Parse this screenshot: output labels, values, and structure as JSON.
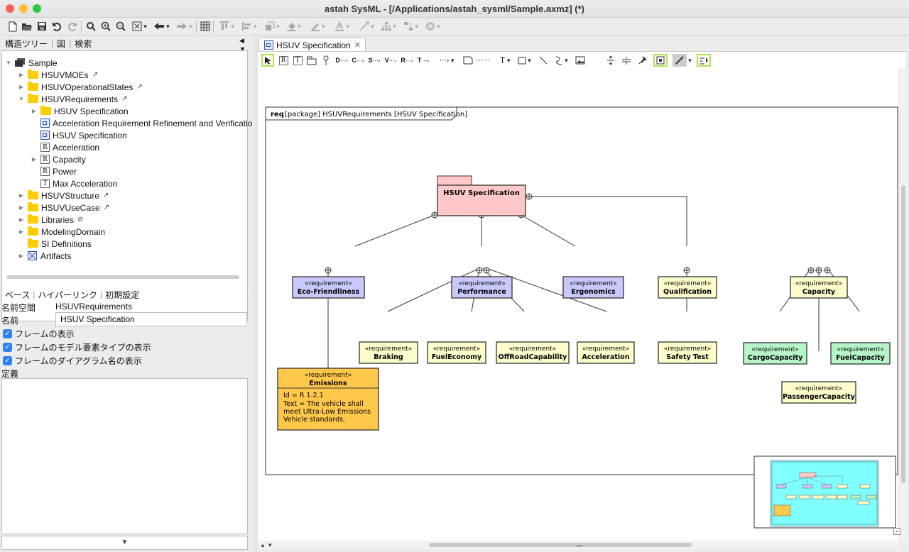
{
  "window": {
    "title": "astah SysML - [/Applications/astah_sysml/Sample.axmz] (*)"
  },
  "tree_panel": {
    "tabs": [
      "構造ツリー",
      "図",
      "検索"
    ],
    "items": [
      {
        "label": "Sample",
        "icon": "project-icon",
        "expanded": true
      },
      {
        "label": "HSUVMOEs",
        "icon": "folder-icon",
        "link": true
      },
      {
        "label": "HSUVOperationalStates",
        "icon": "folder-icon",
        "link": true
      },
      {
        "label": "HSUVRequirements",
        "icon": "folder-icon",
        "link": true,
        "expanded": true
      },
      {
        "label": "HSUV Specification",
        "icon": "folder-icon"
      },
      {
        "label": "Acceleration Requirement Refinement and Verificatio",
        "icon": "diagram-icon"
      },
      {
        "label": "HSUV Specification",
        "icon": "diagram-icon"
      },
      {
        "label": "Acceleration",
        "icon": "requirement-icon"
      },
      {
        "label": "Capacity",
        "icon": "requirement-icon"
      },
      {
        "label": "Power",
        "icon": "requirement-icon"
      },
      {
        "label": "Max Acceleration",
        "icon": "testcase-icon"
      },
      {
        "label": "HSUVStructure",
        "icon": "folder-icon",
        "link": true
      },
      {
        "label": "HSUVUseCase",
        "icon": "folder-icon",
        "link": true
      },
      {
        "label": "Libraries",
        "icon": "folder-icon",
        "blocked": true
      },
      {
        "label": "ModelingDomain",
        "icon": "folder-icon"
      },
      {
        "label": "SI Definitions",
        "icon": "folder-icon"
      },
      {
        "label": "Artifacts",
        "icon": "artifacts-icon"
      }
    ]
  },
  "property_panel": {
    "tabs": [
      "ベース",
      "ハイパーリンク",
      "初期設定"
    ],
    "namespace_label": "名前空間",
    "namespace_value": "HSUVRequirements",
    "name_label": "名前",
    "name_value": "HSUV Specification",
    "checkboxes": [
      {
        "label": "フレームの表示",
        "checked": true
      },
      {
        "label": "フレームのモデル要素タイプの表示",
        "checked": true
      },
      {
        "label": "フレームのダイアグラム名の表示",
        "checked": true
      }
    ],
    "definition_label": "定義"
  },
  "diagram": {
    "tab_label": "HSUV Specification",
    "toolbar_text": {
      "text_tool": "T"
    },
    "frame": {
      "kind": "req",
      "title": "[package] HSUVRequirements [HSUV Specification]"
    },
    "package_name": "HSUV Specification",
    "stereotype": "«requirement»",
    "requirements": [
      {
        "name": "Eco-Friendliness",
        "color": "#c8c8fa"
      },
      {
        "name": "Performance",
        "color": "#c8c8fa"
      },
      {
        "name": "Ergonomics",
        "color": "#c8c8fa"
      },
      {
        "name": "Qualification",
        "color": "#fffccb"
      },
      {
        "name": "Capacity",
        "color": "#fffccb"
      },
      {
        "name": "Braking",
        "color": "#fffccb"
      },
      {
        "name": "FuelEconomy",
        "color": "#fffccb"
      },
      {
        "name": "OffRoadCapability",
        "color": "#fffccb"
      },
      {
        "name": "Acceleration",
        "color": "#fffccb"
      },
      {
        "name": "Safety Test",
        "color": "#fffccb"
      },
      {
        "name": "CargoCapacity",
        "color": "#b5f5c8"
      },
      {
        "name": "FuelCapacity",
        "color": "#b5f5c8"
      },
      {
        "name": "PassengerCapacity",
        "color": "#fffccb"
      }
    ],
    "emissions": {
      "name": "Emissions",
      "color": "#ffc84b",
      "lines": [
        "Id = R 1.2.1",
        "Text = The vehicle shall",
        "meet Ultra-Low Emissions",
        "Vehicle standards."
      ]
    }
  }
}
